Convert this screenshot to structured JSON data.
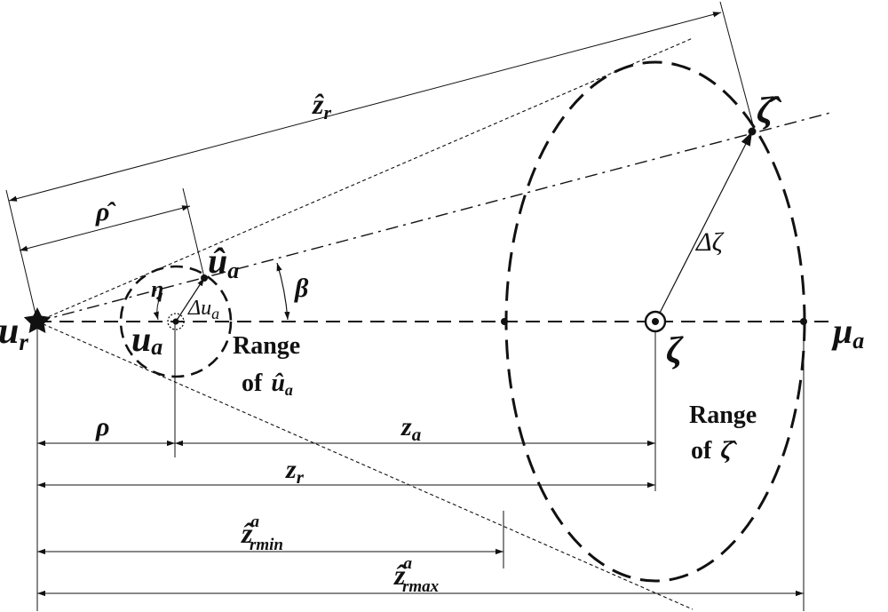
{
  "labels": {
    "u_r_base": "u",
    "u_r_sub": "r",
    "mu_a_base": "μ",
    "mu_a_sub": "a",
    "u_a_base": "u",
    "u_a_sub": "a",
    "u_a_hat_base": "û",
    "u_a_hat_sub": "a",
    "delta_u_a_base": "Δu",
    "delta_u_a_sub": "a",
    "zeta": "ζ",
    "zeta_hat": "ζ̂",
    "delta_zeta": "Δζ",
    "eta": "η",
    "beta": "β",
    "rho": "ρ",
    "rho_hat": "ρ̂",
    "z_r_hat_base": "ẑ",
    "z_r_hat_sub": "r",
    "z_a_base": "z",
    "z_a_sub": "a",
    "z_r_base": "z",
    "z_r_sub": "r",
    "z_rmin_base": "ẑ",
    "z_rmin_sup": "a",
    "z_rmin_sub": "rmin",
    "z_rmax_base": "ẑ",
    "z_rmax_sup": "a",
    "z_rmax_sub": "rmax",
    "range_ua_line1": "Range",
    "range_ua_line2_prefix": "of",
    "range_ua_line2_symbol": "û",
    "range_ua_line2_sub": "a",
    "range_zeta_line1": "Range",
    "range_zeta_line2_prefix": "of",
    "range_zeta_line2_symbol": "ζ̂"
  },
  "colors": {
    "ink": "#111111",
    "background": "#ffffff"
  },
  "icons": {
    "reference_point": "star-icon",
    "target_point": "circled-dot-icon"
  }
}
